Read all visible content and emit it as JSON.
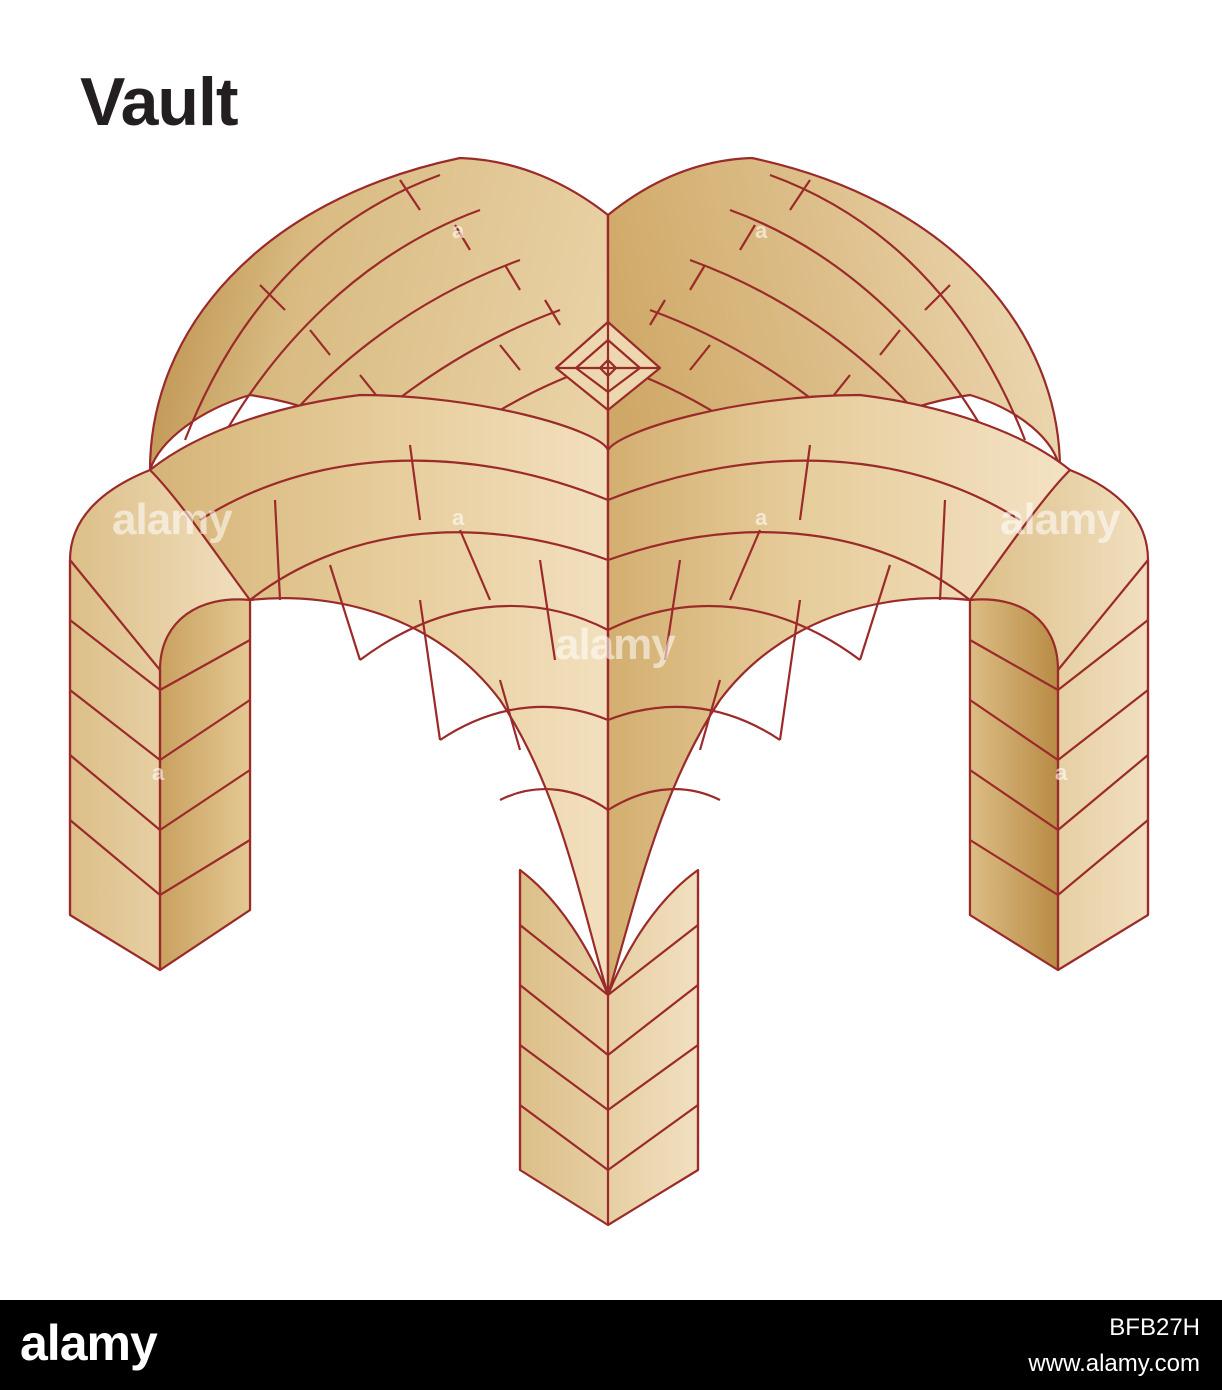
{
  "title": "Vault",
  "watermark": {
    "text": "alamy",
    "small": "a"
  },
  "footer": {
    "logo": "alamy",
    "image_id": "BFB27H",
    "url": "www.alamy.com"
  },
  "colors": {
    "stone_light": "#f2dfbd",
    "stone_mid": "#dfc290",
    "stone_dark": "#b98b45",
    "joint_line": "#9b2a2a",
    "title": "#231f20"
  }
}
